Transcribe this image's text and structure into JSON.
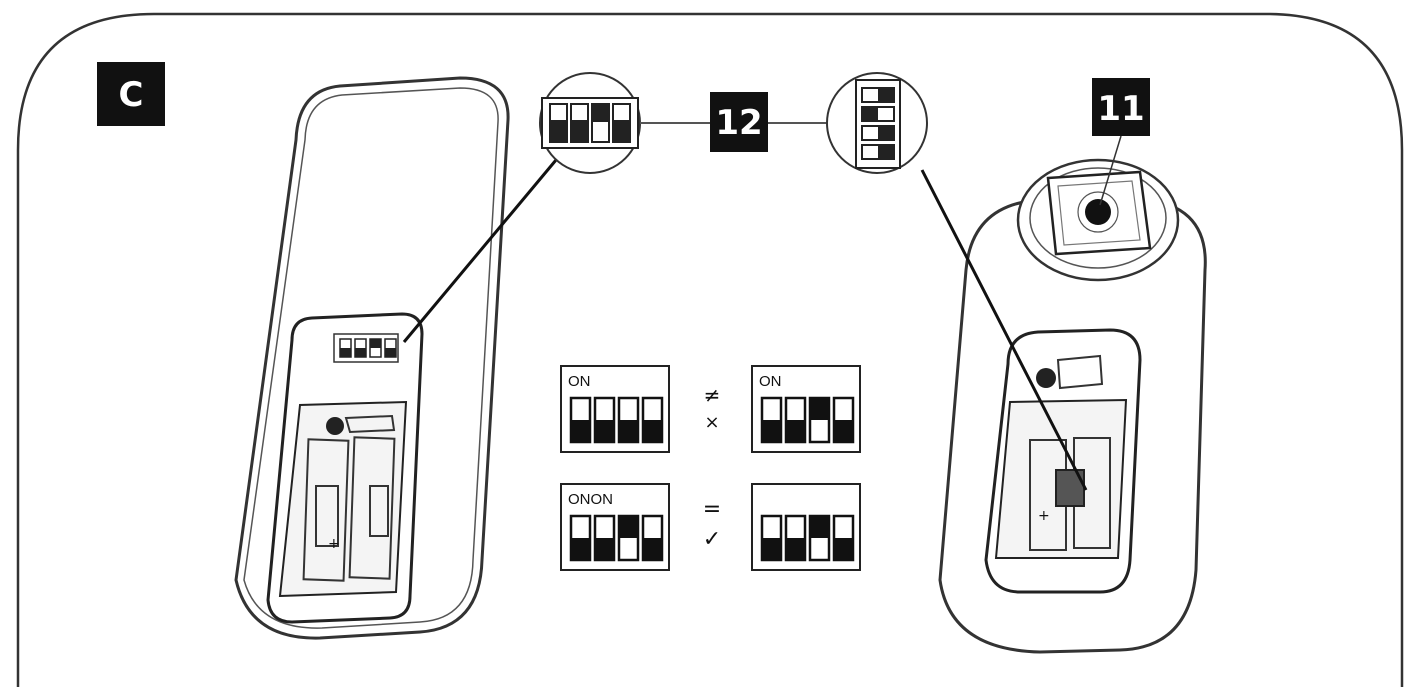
{
  "labels": {
    "panel": "C",
    "dip_switches": "12",
    "sensor": "11"
  },
  "comparisons": [
    {
      "left_caption": "ON",
      "right_caption": "ON",
      "relation_symbol": "≠",
      "verdict_symbol": "×",
      "left_levels": [
        "down",
        "down",
        "down",
        "down"
      ],
      "right_levels": [
        "down",
        "down",
        "up",
        "down"
      ]
    },
    {
      "left_caption": "ONON",
      "right_caption": "",
      "relation_symbol": "=",
      "verdict_symbol": "✓",
      "left_levels": [
        "down",
        "down",
        "up",
        "down"
      ],
      "right_levels": [
        "down",
        "down",
        "up",
        "down"
      ]
    }
  ],
  "colors": {
    "ink": "#111111",
    "outline": "#333333",
    "badge": "#111111"
  }
}
